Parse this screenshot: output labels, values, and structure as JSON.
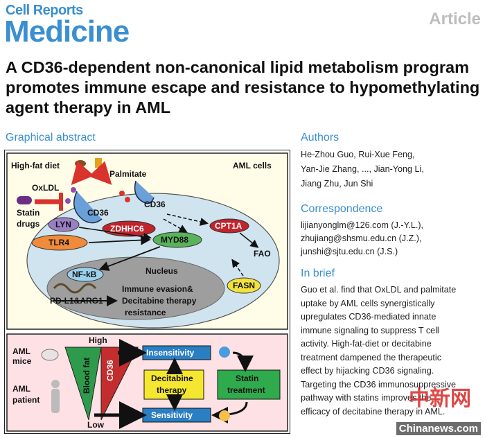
{
  "journal": {
    "line1": "Cell Reports",
    "line2": "Medicine",
    "type": "Article"
  },
  "title": "A CD36-dependent non-canonical lipid metabolism program promotes immune escape and resistance to hypomethylating agent therapy in AML",
  "graphical_abstract": {
    "heading": "Graphical abstract",
    "top_panel": {
      "high_fat_diet": "High-fat diet",
      "aml_cells": "AML cells",
      "palmitate": "Palmitate",
      "oxldl": "OxLDL",
      "statin_line1": "Statin",
      "statin_line2": "drugs",
      "cd36_a": "CD36",
      "cd36_b": "CD36",
      "lyn": "LYN",
      "tlr4": "TLR4",
      "zdhhc6": "ZDHHC6",
      "myd88": "MYD88",
      "cpt1a": "CPT1A",
      "fao": "FAO",
      "fasn": "FASN",
      "nucleus": "Nucleus",
      "nfkb": "NF-kB",
      "pdl1": "PD-L1&ARG1",
      "immune_line1": "Immune evasion&",
      "immune_line2": "Decitabine therapy",
      "immune_line3": "resistance"
    },
    "bottom_panel": {
      "aml_mice_line1": "AML",
      "aml_mice_line2": "mice",
      "aml_patient_line1": "AML",
      "aml_patient_line2": "patient",
      "high": "High",
      "low": "Low",
      "blood_fat": "Blood fat",
      "cd36": "CD36",
      "insensitivity": "Insensitivity",
      "sensitivity": "Sensitivity",
      "decitabine_line1": "Decitabine",
      "decitabine_line2": "therapy",
      "statin_line1": "Statin",
      "statin_line2": "treatment"
    }
  },
  "authors": {
    "heading": "Authors",
    "lines": [
      "He-Zhou Guo, Rui-Xue Feng,",
      "Yan-Jie Zhang, ..., Jian-Yong Li,",
      "Jiang Zhu, Jun Shi"
    ]
  },
  "correspondence": {
    "heading": "Correspondence",
    "lines": [
      "lijianyonglm@126.com (J.-Y.L.),",
      "zhujiang@shsmu.edu.cn (J.Z.),",
      "junshi@sjtu.edu.cn (J.S.)"
    ]
  },
  "in_brief": {
    "heading": "In brief",
    "lines": [
      "Guo et al. find that OxLDL and palmitate",
      "uptake by AML cells synergistically",
      "upregulates CD36-mediated innate",
      "immune signaling to suppress T cell",
      "activity. High-fat-diet or decitabine",
      "treatment dampened the therapeutic",
      "effect by hijacking CD36 signaling.",
      "Targeting the CD36 immunosuppressive",
      "pathway with statins improves the",
      "efficacy of decitabine therapy in AML."
    ]
  },
  "watermark": {
    "brand_cn": "中新网",
    "site": "Chinanews.com"
  },
  "colors": {
    "brand_blue": "#3a8fd0",
    "panel_yellow": "#fffde8",
    "panel_pink": "#fde1e4",
    "cell_blue": "#cfe4ee",
    "nucleus_gray": "#9e9e9e"
  }
}
